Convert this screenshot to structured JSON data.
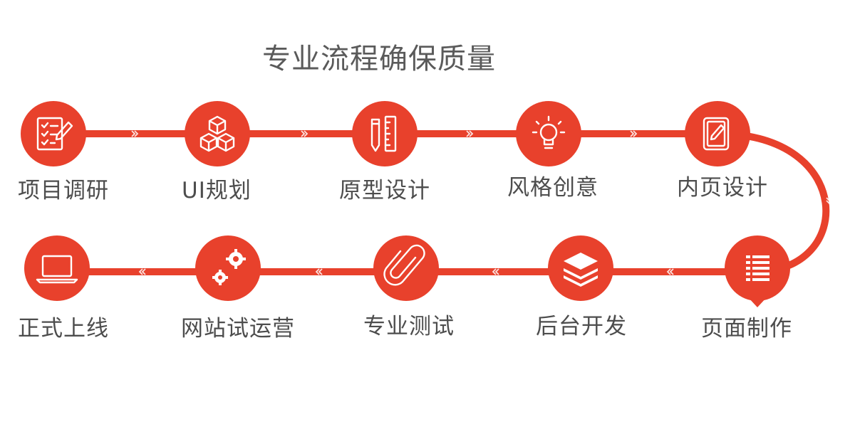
{
  "title": "专业流程确保质量",
  "colors": {
    "accent": "#e8412c",
    "text": "#4d4d4d",
    "title": "#5a5a5a",
    "icon": "#ffffff"
  },
  "steps": [
    {
      "label": "项目调研",
      "icon": "checklist-icon"
    },
    {
      "label": "UI规划",
      "icon": "cubes-icon"
    },
    {
      "label": "原型设计",
      "icon": "pencil-ruler-icon"
    },
    {
      "label": "风格创意",
      "icon": "lightbulb-icon"
    },
    {
      "label": "内页设计",
      "icon": "edit-page-icon"
    },
    {
      "label": "页面制作",
      "icon": "layout-rows-icon"
    },
    {
      "label": "后台开发",
      "icon": "layers-icon"
    },
    {
      "label": "专业测试",
      "icon": "paperclip-icon"
    },
    {
      "label": "网站试运营",
      "icon": "gears-icon"
    },
    {
      "label": "正式上线",
      "icon": "laptop-icon"
    }
  ]
}
